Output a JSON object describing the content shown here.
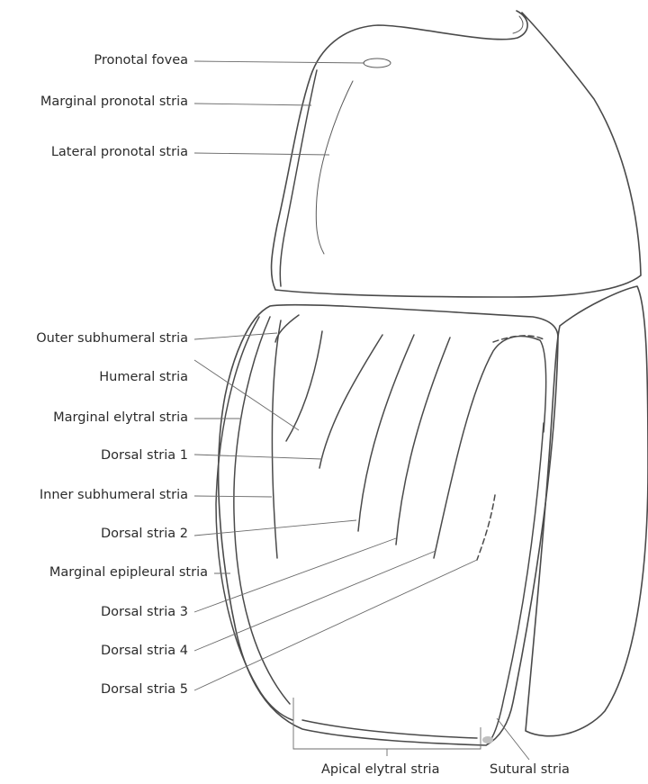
{
  "labels": {
    "pronotal_fovea": "Pronotal fovea",
    "marginal_pronotal_stria": "Marginal pronotal stria",
    "lateral_pronotal_stria": "Lateral pronotal stria",
    "outer_subhumeral_stria": "Outer subhumeral stria",
    "humeral_stria": "Humeral stria",
    "marginal_elytral_stria": "Marginal elytral stria",
    "dorsal_stria_1": "Dorsal stria 1",
    "inner_subhumeral_stria": "Inner subhumeral stria",
    "dorsal_stria_2": "Dorsal stria 2",
    "marginal_epipleural_stria": "Marginal epipleural stria",
    "dorsal_stria_3": "Dorsal stria 3",
    "dorsal_stria_4": "Dorsal stria 4",
    "dorsal_stria_5": "Dorsal stria 5",
    "apical_elytral_stria": "Apical elytral stria",
    "sutural_stria": "Sutural stria"
  }
}
